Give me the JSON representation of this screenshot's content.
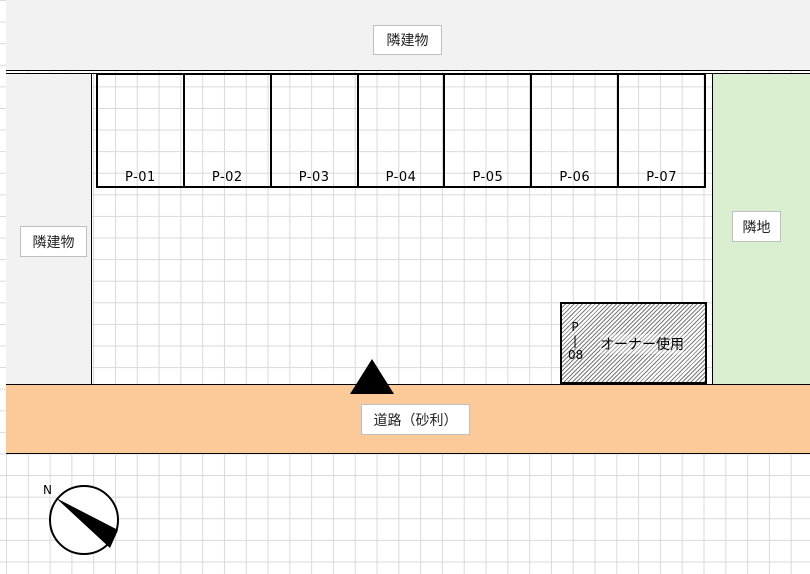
{
  "neighbors": {
    "top": "隣建物",
    "left": "隣建物",
    "right": "隣地"
  },
  "road": {
    "label": "道路（砂利）"
  },
  "stalls": [
    {
      "id": "P-01"
    },
    {
      "id": "P-02"
    },
    {
      "id": "P-03"
    },
    {
      "id": "P-04"
    },
    {
      "id": "P-05"
    },
    {
      "id": "P-06"
    },
    {
      "id": "P-07"
    }
  ],
  "owner_stall": {
    "id_lines": [
      "P",
      "|",
      "08"
    ],
    "label": "オーナー使用"
  },
  "compass": {
    "north_label": "N"
  },
  "colors": {
    "neighbor_building": "#f2f2f2",
    "neighbor_land": "#d9efcf",
    "road": "#fcc998",
    "grid": "#d9d9d9"
  }
}
